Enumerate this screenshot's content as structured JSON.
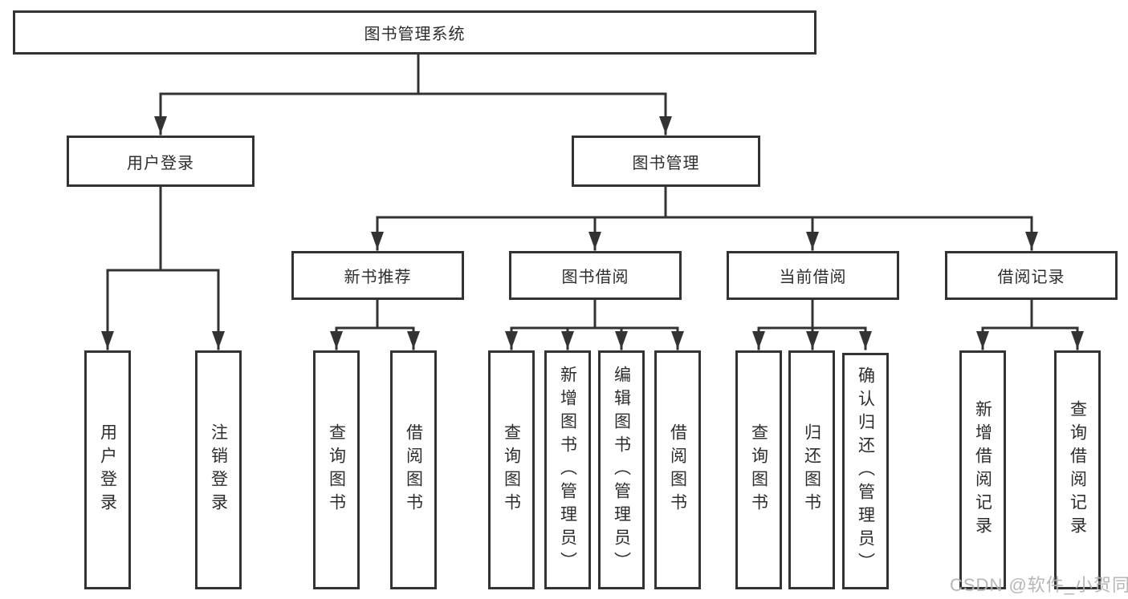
{
  "diagram": {
    "root": {
      "label": "图书管理系统"
    },
    "level2": {
      "user_login": {
        "label": "用户登录"
      },
      "book_mgmt": {
        "label": "图书管理"
      }
    },
    "level3": {
      "new_book_rec": {
        "label": "新书推荐"
      },
      "book_borrow": {
        "label": "图书借阅"
      },
      "current_borrow": {
        "label": "当前借阅"
      },
      "borrow_records": {
        "label": "借阅记录"
      }
    },
    "level4": {
      "ul_login": {
        "label": "用户登录"
      },
      "ul_logout": {
        "label": "注销登录"
      },
      "nbr_query": {
        "label": "查询图书"
      },
      "nbr_borrow": {
        "label": "借阅图书"
      },
      "bb_query": {
        "label": "查询图书"
      },
      "bb_add": {
        "label": "新增图书（管理员）"
      },
      "bb_edit": {
        "label": "编辑图书（管理员）"
      },
      "bb_borrow": {
        "label": "借阅图书"
      },
      "cb_query": {
        "label": "查询图书"
      },
      "cb_return": {
        "label": "归还图书"
      },
      "cb_confirm": {
        "label": "确认归还（管理员）"
      },
      "br_add": {
        "label": "新增借阅记录"
      },
      "br_query": {
        "label": "查询借阅记录"
      }
    }
  },
  "watermark": {
    "text": "CSDN @软件_小贺同学"
  },
  "colors": {
    "line": "#333333",
    "box_border": "#333333",
    "text": "#2d2d2d",
    "watermark": "#b3b3b3",
    "background": "#ffffff"
  }
}
